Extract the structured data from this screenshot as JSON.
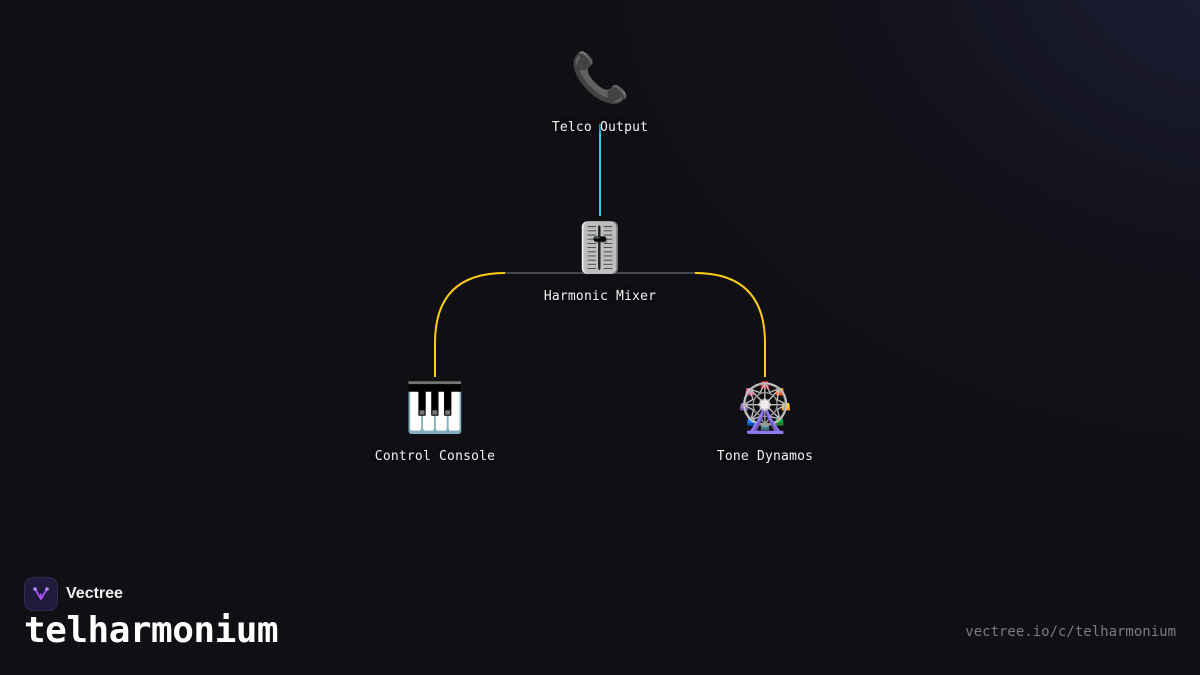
{
  "diagram": {
    "nodes": [
      {
        "id": "telco-output",
        "label": "Telco Output",
        "emoji": "📞",
        "icon": "telephone-receiver-icon"
      },
      {
        "id": "harmonic-mixer",
        "label": "Harmonic Mixer",
        "emoji": "🎚️",
        "icon": "level-slider-icon"
      },
      {
        "id": "control-console",
        "label": "Control Console",
        "emoji": "🎹",
        "icon": "musical-keyboard-icon"
      },
      {
        "id": "tone-dynamos",
        "label": "Tone Dynamos",
        "emoji": "🎡",
        "icon": "ferris-wheel-icon"
      }
    ],
    "edges": [
      {
        "from": "harmonic-mixer",
        "to": "telco-output",
        "color": "#22d3ee"
      },
      {
        "from": "harmonic-mixer",
        "to": "control-console",
        "color": "#facc15"
      },
      {
        "from": "harmonic-mixer",
        "to": "tone-dynamos",
        "color": "#facc15"
      }
    ]
  },
  "brand": {
    "name": "Vectree",
    "logo_icon": "vectree-logo-icon",
    "logo_color": "#a855f7"
  },
  "title": "telharmonium",
  "url": "vectree.io/c/telharmonium"
}
